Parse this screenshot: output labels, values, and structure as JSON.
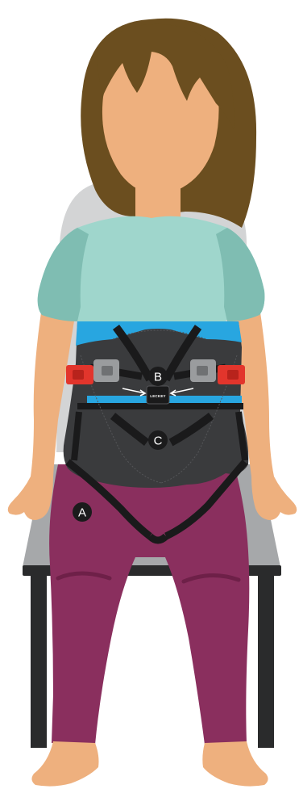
{
  "illustration": {
    "markers": [
      {
        "id": "A",
        "label": "A"
      },
      {
        "id": "B",
        "label": "B"
      },
      {
        "id": "C",
        "label": "C"
      }
    ],
    "buckle_logo_text": "LECKEY",
    "icons": [
      "chair-icon",
      "child-figure-icon",
      "harness-vest-icon",
      "buckle-icon",
      "pointer-arrow-icon"
    ],
    "colors": {
      "hair": "#6b4e1f",
      "skin": "#eeb07e",
      "shirt": "#9fd6cc",
      "shirt_shadow": "#7fbdb2",
      "pants": "#8a2f5e",
      "pants_crease": "#6e2048",
      "chair_back": "#d3d4d5",
      "chair_seat": "#a6a8aa",
      "chair_frame": "#2a2b2c",
      "vest": "#3a3b3d",
      "vest_trim": "#28a6e0",
      "strap": "#1a1a1b",
      "buckle_red": "#e2352c",
      "buckle_grey": "#9a9c9e",
      "marker_bg": "#1b1b1c"
    }
  }
}
